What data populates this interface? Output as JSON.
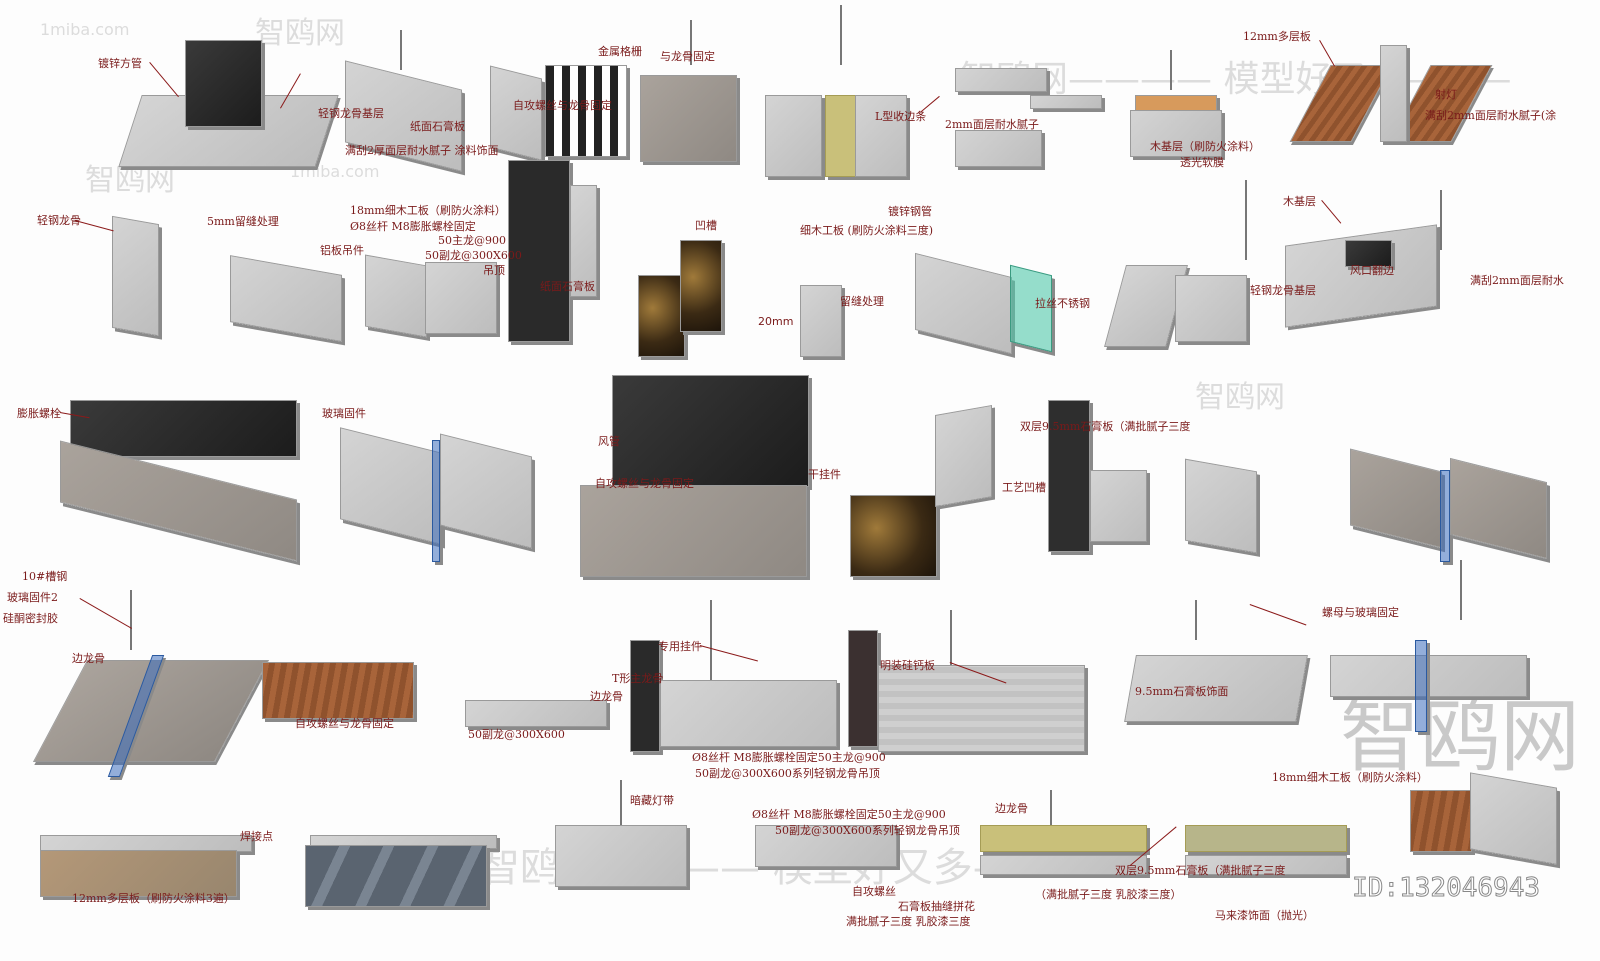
{
  "watermarks": {
    "site": "1miba.com",
    "brand": "智鸥网",
    "slogan": "智鸥网———— 模型好又多———"
  },
  "id_text": "ID:132046943",
  "labels": [
    "镀锌方管",
    "轻钢龙骨基层",
    "自攻螺丝与龙骨固定",
    "纸面石膏板",
    "满刮2厚面层耐水腻子 涂料饰面",
    "金属格栅",
    "与龙骨固定",
    "L型收边条",
    "透光软膜",
    "2mm面层耐水腻子",
    "木基层（刷防火涂料）",
    "12mm多层板",
    "射灯",
    "满刮2mm面层耐水腻子(涂",
    "轻钢龙骨",
    "5mm留缝处理",
    "铝板吊件",
    "18mm细木工板（刷防火涂料）",
    "Ø8丝杆 M8膨胀螺栓固定",
    "50主龙@900",
    "50副龙@300X600",
    "吊顶",
    "纸面石膏板",
    "凹槽",
    "镀锌钢管",
    "细木工板 (刷防火涂料三度)",
    "留缝处理",
    "拉丝不锈钢",
    "木基层",
    "边龙骨",
    "风口翻边",
    "满刮2mm面层耐水",
    "膨胀螺栓",
    "玻璃固件",
    "风管",
    "干挂件",
    "双层9.5mm石膏板（满批腻子三度",
    "工艺凹槽",
    "10#槽钢",
    "玻璃固件2",
    "硅酮密封胶",
    "边龙骨",
    "自攻螺丝与龙骨固定",
    "12mm多层板（刷防火涂料3遍）",
    "焊接点",
    "专用挂件",
    "T形主龙骨",
    "明装硅钙板",
    "9.5mm石膏板饰面",
    "螺母与玻璃固定",
    "Ø8丝杆 M8膨胀螺栓固定50主龙@900",
    "50副龙@300X600系列轻钢龙骨吊顶",
    "暗藏灯带",
    "自攻螺丝",
    "石膏板抽缝拼花",
    "满批腻子三度 乳胶漆三度",
    "（满批腻子三度 乳胶漆三度）",
    "18mm细木工板（刷防火涂料）",
    "马来漆饰面（抛光）",
    "20mm"
  ]
}
